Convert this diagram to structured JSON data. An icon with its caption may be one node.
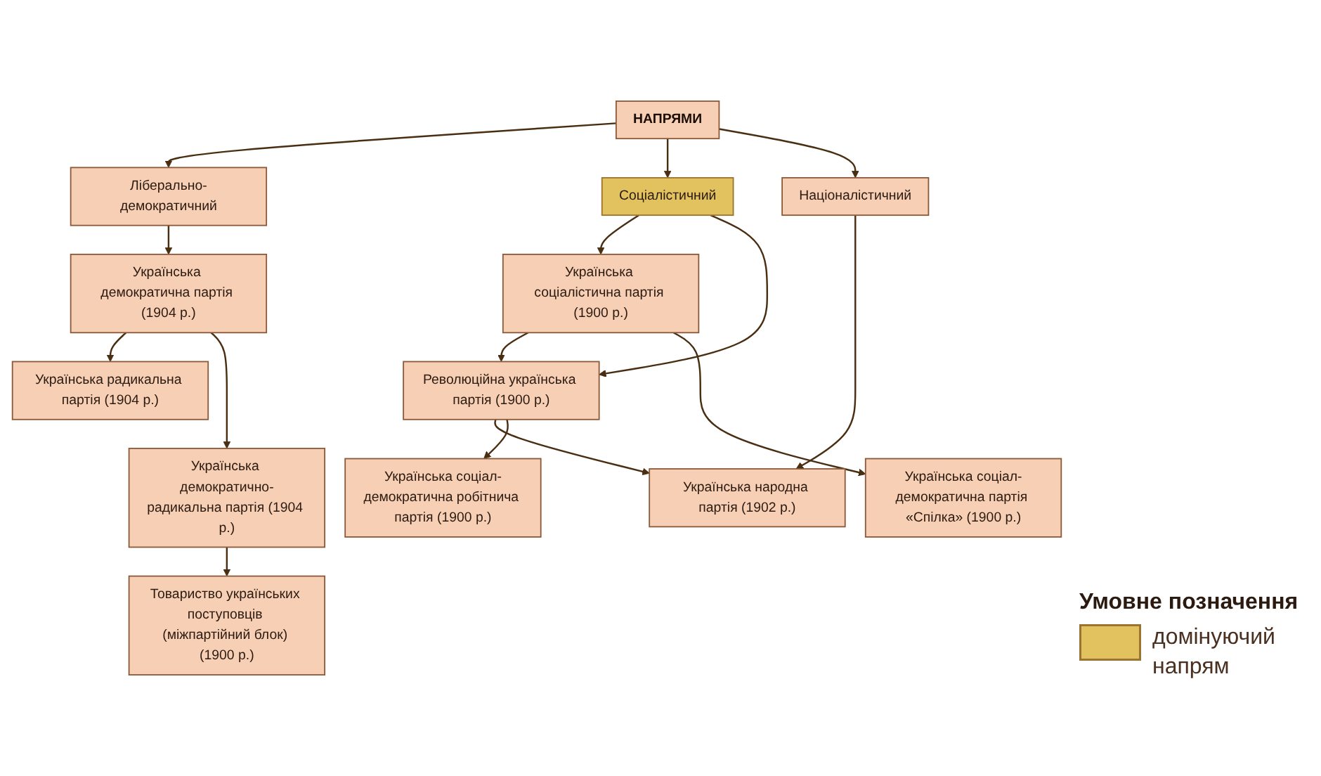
{
  "diagram": {
    "nodes": [
      {
        "text": [
          "НАПРЯМИ"
        ]
      },
      {
        "text": [
          "Ліберально-демократичний"
        ]
      },
      {
        "text": [
          "Соціалістичний"
        ]
      },
      {
        "text": [
          "Націоналістичний"
        ]
      },
      {
        "text": [
          "Українська демократична партія (1904 р.)"
        ]
      },
      {
        "text": [
          "Українська соціалістична партія (1900 р.)"
        ]
      },
      {
        "text": [
          "Революційна українська партія (1900 р.)"
        ]
      },
      {
        "text": [
          "Українська народна партія (1902 р.)"
        ]
      },
      {
        "text": [
          "Українська радикальна партія (1904 р.)"
        ]
      },
      {
        "text": [
          "Українська соціал-демократична партія «Спілка» (1900 р.)"
        ]
      },
      {
        "text": [
          "Українська соціал-демократична робітнича партія (1900 р.)"
        ]
      },
      {
        "text": [
          "Українська демократично-радикальна партія (1904 р.)"
        ]
      },
      {
        "text": [
          "Товариство українських поступовців (міжпартійний блок) (1900 р.)"
        ]
      }
    ],
    "edges": [
      {
        "from": 0,
        "to": 1,
        "arrow": "to"
      },
      {
        "from": 0,
        "to": 2,
        "arrow": "to"
      },
      {
        "from": 0,
        "to": 3,
        "arrow": "to"
      },
      {
        "from": 1,
        "to": 4,
        "arrow": "to"
      },
      {
        "from": 2,
        "to": 5,
        "arrow": "to"
      },
      {
        "from": 2,
        "to": 6,
        "arrow": "to"
      },
      {
        "from": 3,
        "to": 7,
        "arrow": "to"
      },
      {
        "from": 5,
        "to": 6,
        "arrow": "to"
      },
      {
        "from": 6,
        "to": 7,
        "arrow": "to"
      },
      {
        "from": 4,
        "to": 8,
        "arrow": "to"
      },
      {
        "from": 4,
        "to": 11,
        "arrow": "to"
      },
      {
        "from": 5,
        "to": 9,
        "arrow": "to"
      },
      {
        "from": 6,
        "to": 10,
        "arrow": "to"
      },
      {
        "from": 11,
        "to": 12,
        "arrow": "to"
      }
    ],
    "labels": [
      "Умовне позначення"
    ],
    "legend": [
      {
        "text": "домінуючий напрям",
        "color": "#e2c15f"
      }
    ]
  }
}
